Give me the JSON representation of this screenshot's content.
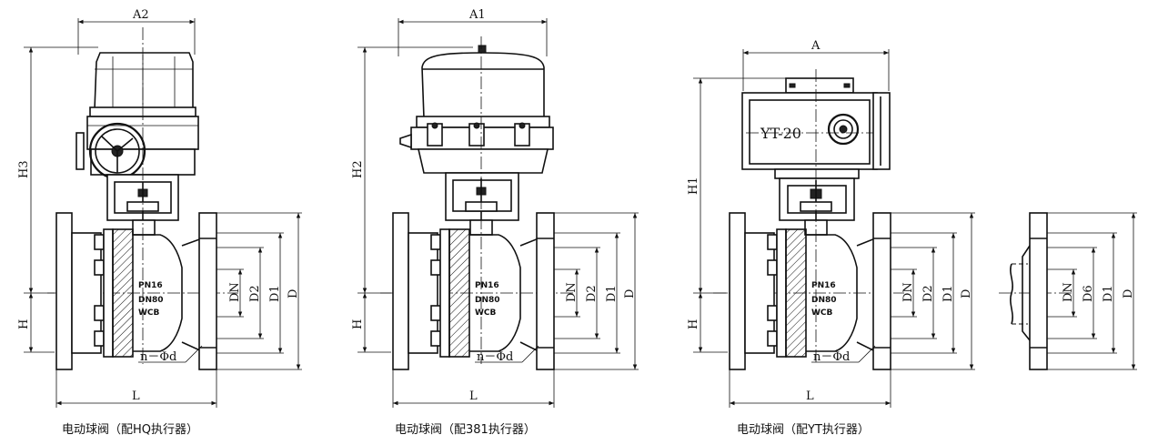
{
  "captions": {
    "hq": "电动球阀（配HQ执行器）",
    "s381": "电动球阀（配381执行器）",
    "yt": "电动球阀（配YT执行器）"
  },
  "views": {
    "hq": {
      "width_label": "A2",
      "height_label": "H3",
      "bottom_label": "H",
      "length_label": "L",
      "holes_label": "n－Φd",
      "dn": "DN",
      "d2": "D2",
      "d1": "D1",
      "d": "D",
      "nameplate": [
        "PN16",
        "DN80",
        "WCB"
      ]
    },
    "s381": {
      "width_label": "A1",
      "height_label": "H2",
      "bottom_label": "H",
      "length_label": "L",
      "holes_label": "n－Φd",
      "dn": "DN",
      "d2": "D2",
      "d1": "D1",
      "d": "D",
      "nameplate": [
        "PN16",
        "DN80",
        "WCB"
      ]
    },
    "yt": {
      "width_label": "A",
      "height_label": "H1",
      "bottom_label": "H",
      "length_label": "L",
      "holes_label": "n－Φd",
      "dn": "DN",
      "d2": "D2",
      "d1": "D1",
      "d": "D",
      "actuator_label": "YT-20",
      "nameplate": [
        "PN16",
        "DN80",
        "WCB"
      ]
    },
    "side": {
      "dn": "DN",
      "d6": "D6",
      "d1": "D1",
      "d": "D"
    }
  }
}
